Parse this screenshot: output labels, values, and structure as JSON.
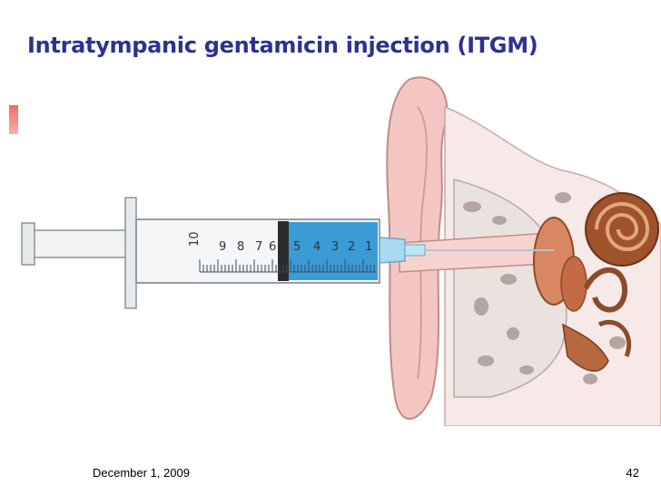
{
  "slide": {
    "title": "Intratympanic gentamicin injection (ITGM)",
    "footer_date": "December 1, 2009",
    "page_number": "42"
  },
  "syringe": {
    "barrel_numbers": [
      "10",
      "9",
      "8",
      "7",
      "6",
      "5",
      "4",
      "3",
      "2",
      "1"
    ]
  },
  "colors": {
    "title": "#2e3192",
    "accent_bar": "#f26b6b",
    "skin": "#f3c6c2",
    "liquid": "#3a9bd5",
    "cochlea": "#a0522d"
  }
}
